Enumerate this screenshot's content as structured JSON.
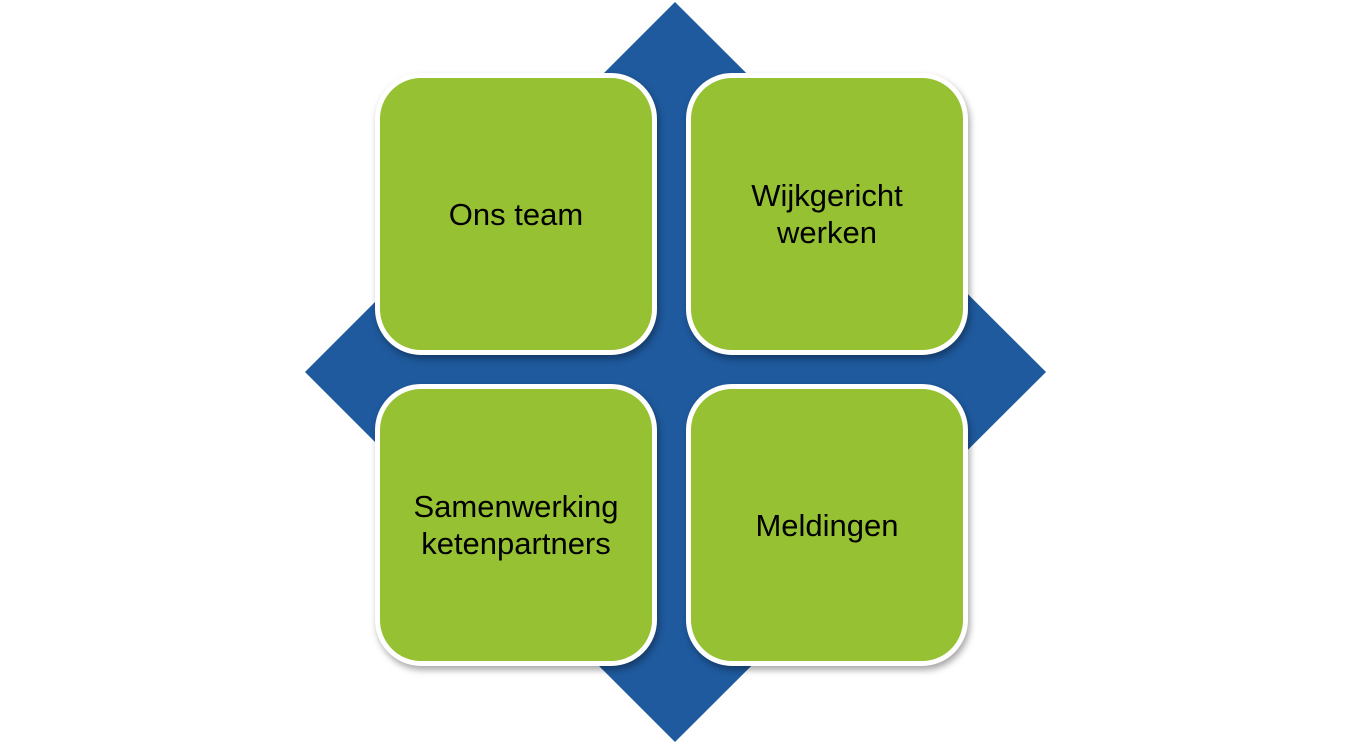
{
  "colors": {
    "diamond": "#1f5a9e",
    "tile_fill": "#95c132",
    "tile_border": "#ffffff",
    "text": "#000000",
    "background": "#ffffff"
  },
  "tiles": [
    {
      "label": "Ons team"
    },
    {
      "label": "Wijkgericht\nwerken"
    },
    {
      "label": "Samenwerking\nketenpartners"
    },
    {
      "label": "Meldingen"
    }
  ]
}
